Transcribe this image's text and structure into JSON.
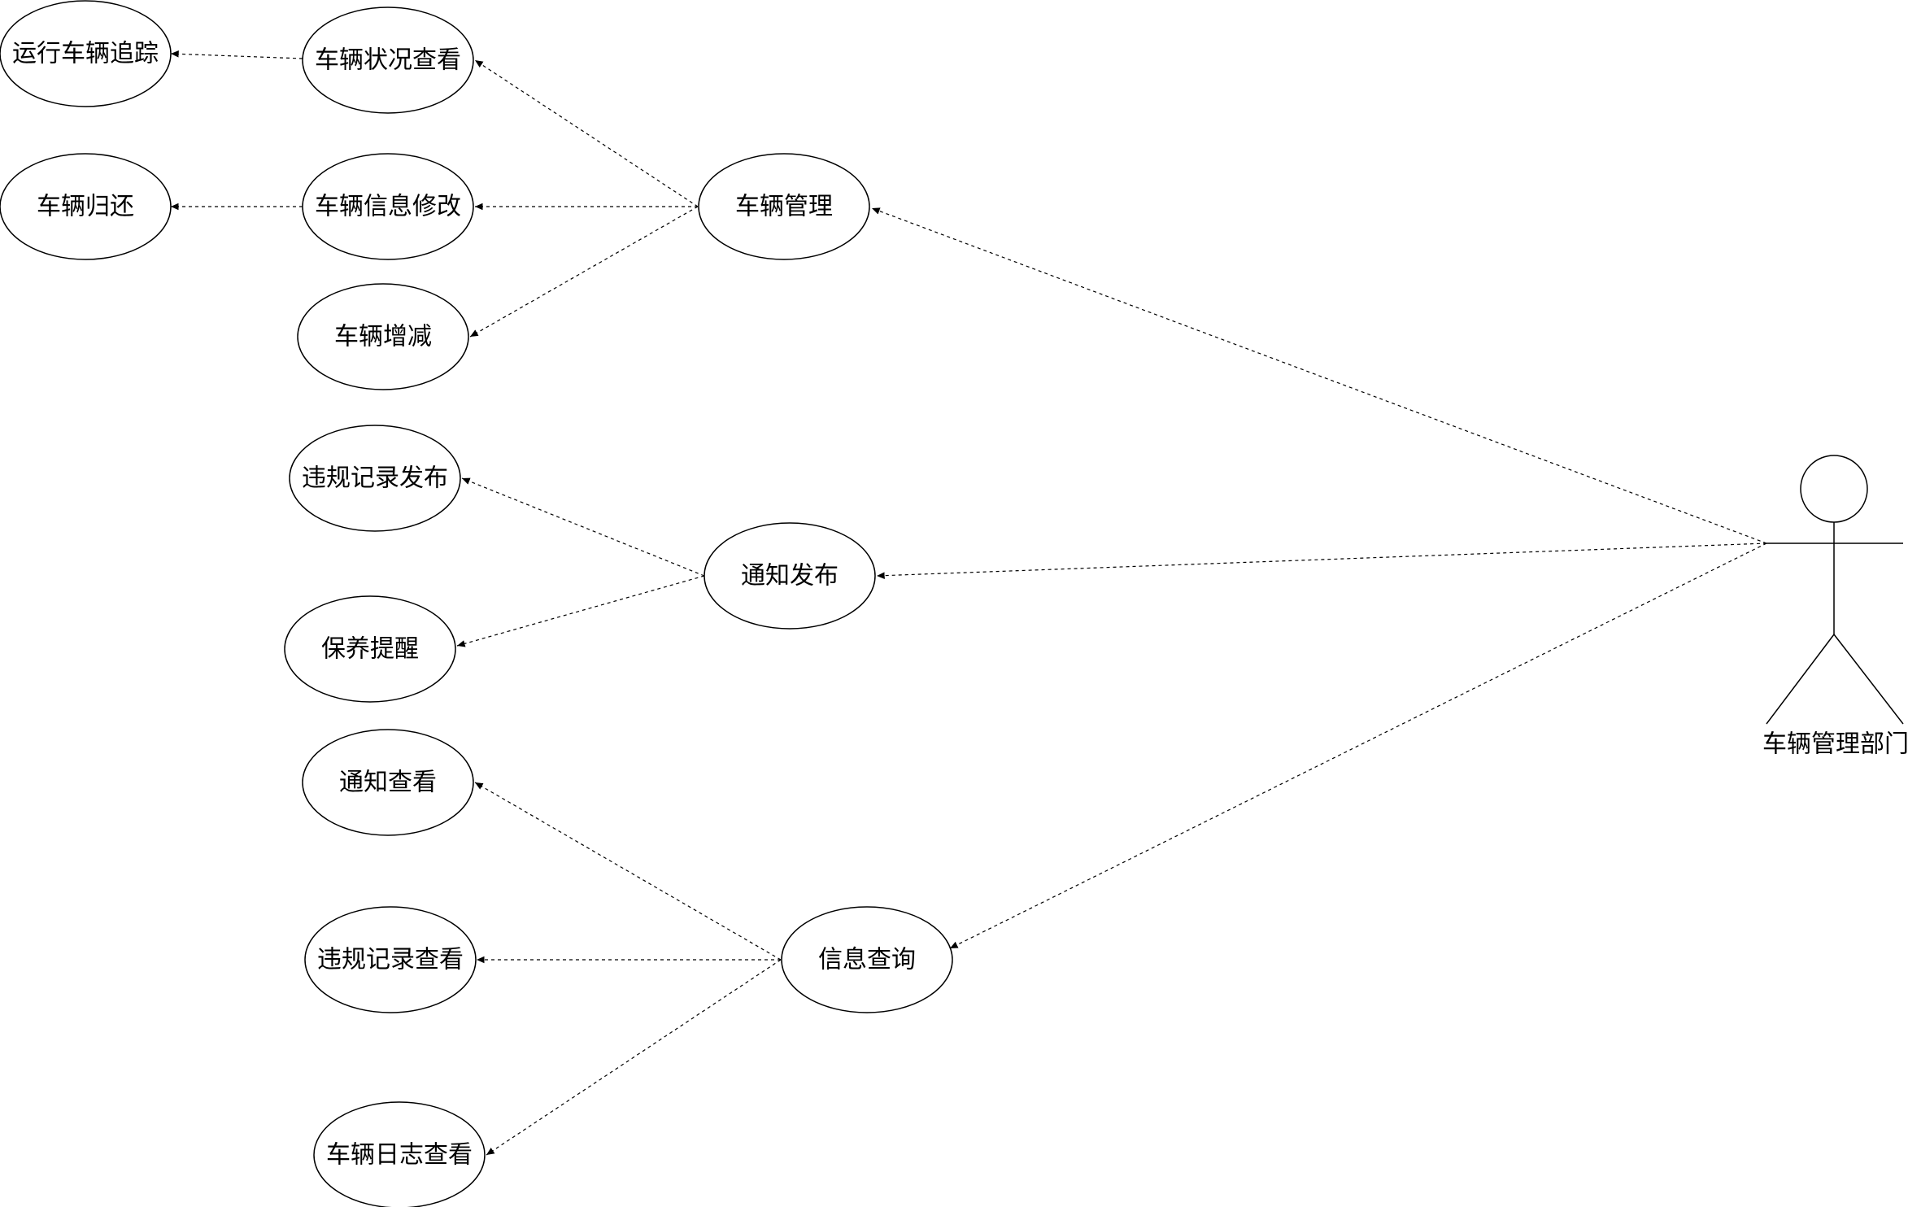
{
  "diagram": {
    "actor": {
      "label": "车辆管理部门"
    },
    "use_cases": {
      "vehicle_management": "车辆管理",
      "notice_publish": "通知发布",
      "info_query": "信息查询",
      "vehicle_status_view": "车辆状况查看",
      "vehicle_info_edit": "车辆信息修改",
      "vehicle_add_remove": "车辆增减",
      "running_tracking": "运行车辆追踪",
      "vehicle_return": "车辆归还",
      "violation_publish": "违规记录发布",
      "maintenance_reminder": "保养提醒",
      "notice_view": "通知查看",
      "violation_view": "违规记录查看",
      "vehicle_log_view": "车辆日志查看"
    }
  }
}
